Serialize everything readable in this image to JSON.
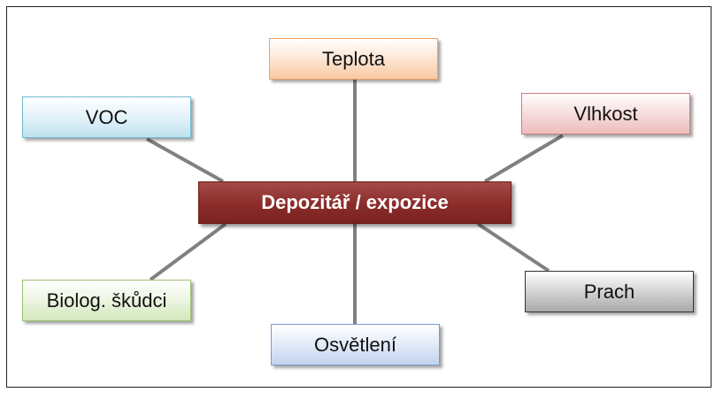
{
  "center": {
    "label": "Depozitář / expozice"
  },
  "nodes": {
    "teplota": "Teplota",
    "voc": "VOC",
    "vlhkost": "Vlhkost",
    "biolog": "Biolog. škůdci",
    "prach": "Prach",
    "osvetleni": "Osvětlení"
  },
  "colors": {
    "center": "#8a2c2a",
    "connector": "#808080",
    "teplota": "#fde9d8",
    "voc": "#e6f4fa",
    "vlhkost": "#f7e0e0",
    "biolog": "#eef6e4",
    "prach": "#d8d8d8",
    "osvetleni": "#e5ecf8"
  }
}
